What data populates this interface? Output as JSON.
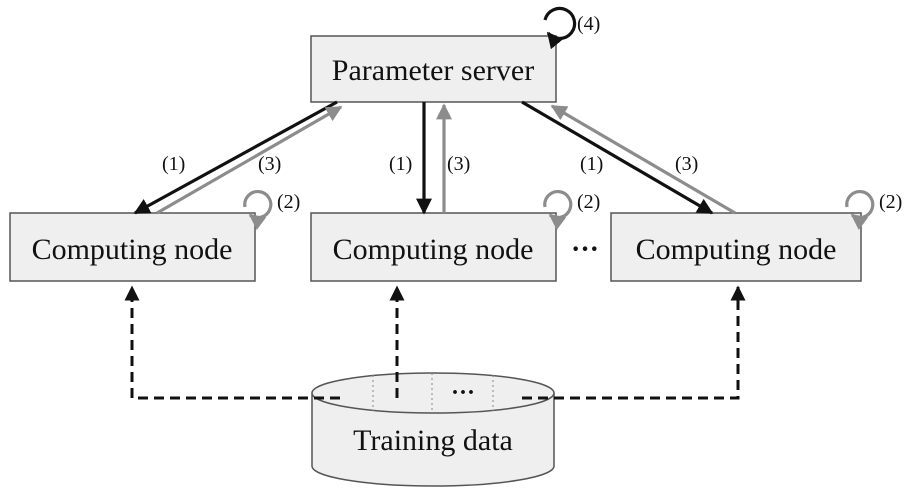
{
  "server": {
    "label": "Parameter server",
    "loop_label": "(4)"
  },
  "nodes": [
    {
      "label": "Computing node",
      "loop_label": "(2)"
    },
    {
      "label": "Computing node",
      "loop_label": "(2)"
    },
    {
      "label": "Computing node",
      "loop_label": "(2)"
    }
  ],
  "edge_labels": {
    "push": "(1)",
    "pull": "(3)"
  },
  "ellipsis": "···",
  "data_ellipsis": "···",
  "training_data": {
    "label": "Training data"
  },
  "colors": {
    "push": "#111111",
    "pull": "#8c8c8c",
    "box_fill": "#efefef"
  }
}
